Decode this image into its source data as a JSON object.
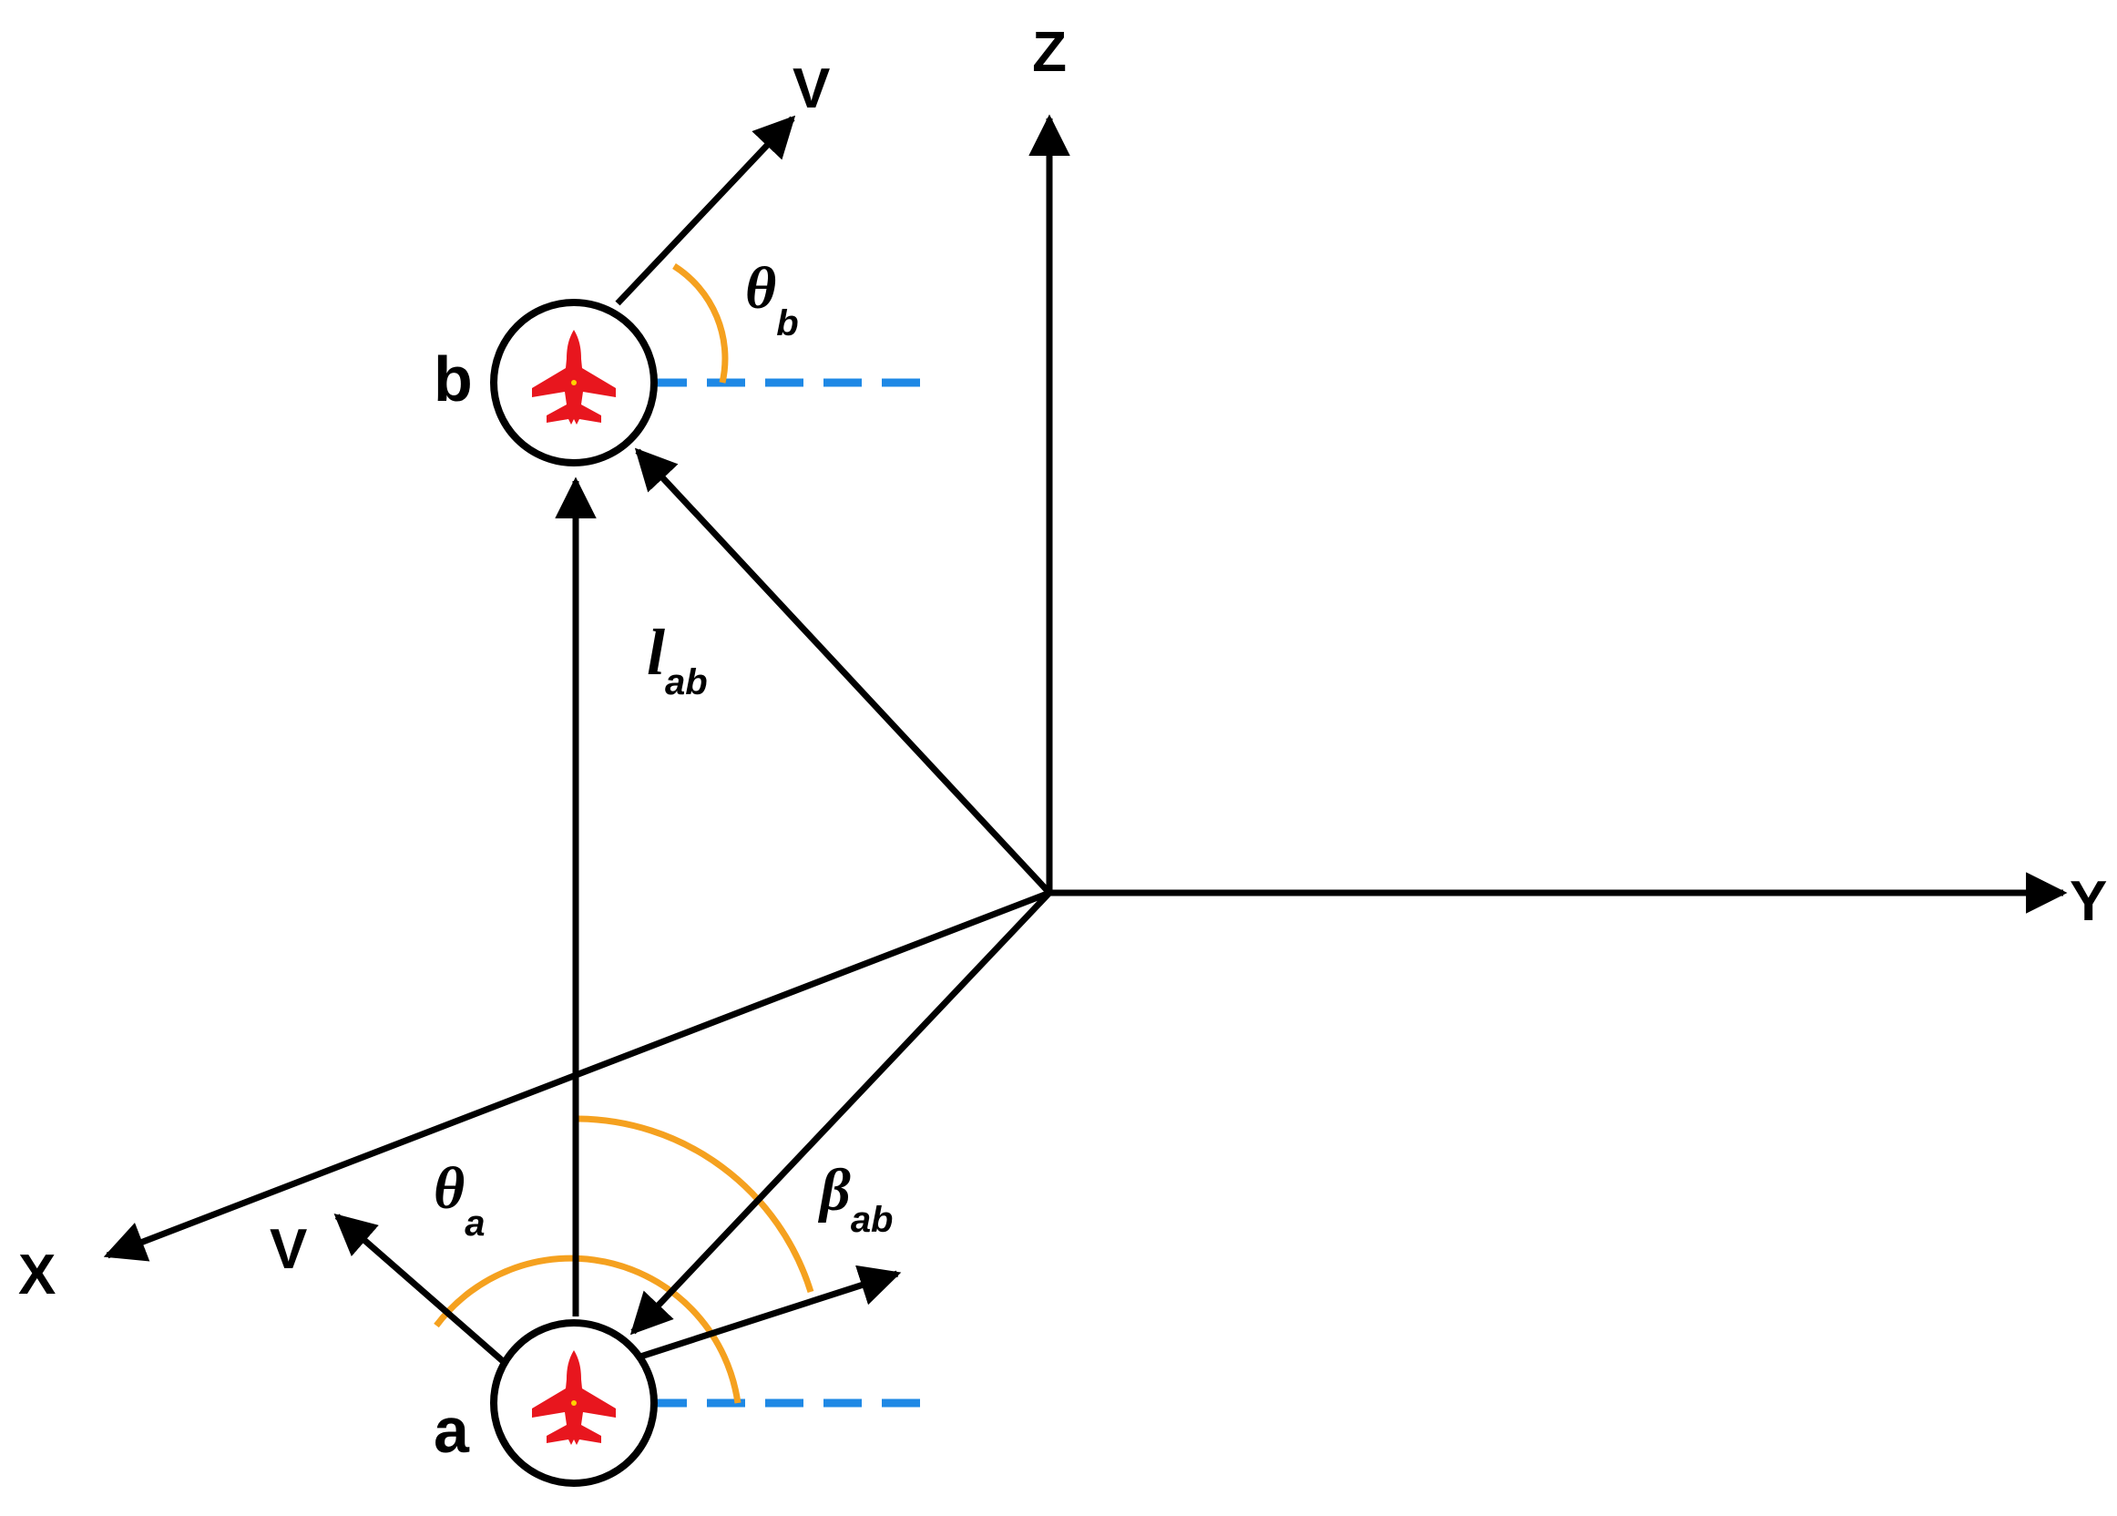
{
  "axes": {
    "x": "X",
    "y": "Y",
    "z": "Z"
  },
  "aircraft": {
    "a": {
      "label": "a",
      "velocity": "V",
      "angle_symbol": "θ",
      "angle_subscript": "a"
    },
    "b": {
      "label": "b",
      "velocity": "V",
      "angle_symbol": "θ",
      "angle_subscript": "b"
    }
  },
  "relative": {
    "distance_symbol": "l",
    "distance_subscript": "ab",
    "bearing_symbol": "β",
    "bearing_subscript": "ab"
  },
  "colors": {
    "lines": "#000000",
    "angle_arc": "#f5a11f",
    "reference_dash": "#1e88e5",
    "aircraft": "#e8161e"
  }
}
